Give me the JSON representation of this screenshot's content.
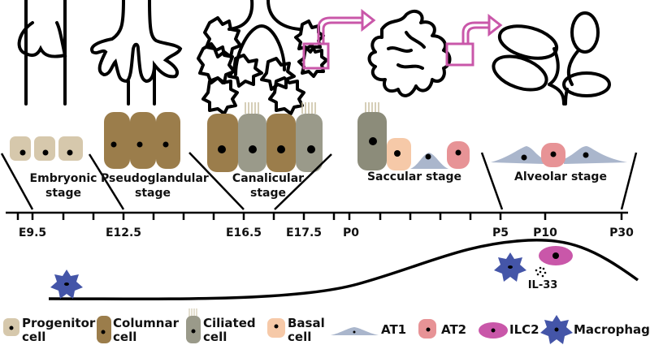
{
  "title": "Lung development stages timeline",
  "stages": [
    {
      "id": "embryonic",
      "line1": "Embryonic",
      "line2": "stage"
    },
    {
      "id": "pseudoglandular",
      "line1": "Pseudoglandular",
      "line2": "stage"
    },
    {
      "id": "canalicular",
      "line1": "Canalicular",
      "line2": "stage"
    },
    {
      "id": "saccular",
      "line1": "Saccular stage",
      "line2": ""
    },
    {
      "id": "alveolar",
      "line1": "Alveolar stage",
      "line2": ""
    }
  ],
  "timeline": {
    "labels": [
      "E9.5",
      "E12.5",
      "E16.5",
      "E17.5",
      "P0",
      "P5",
      "P10",
      "P30"
    ]
  },
  "annotation": {
    "il33": "IL-33"
  },
  "legend": [
    {
      "id": "progenitor",
      "line1": "Progenitor",
      "line2": "cell",
      "color": "#d6c8ac"
    },
    {
      "id": "columnar",
      "line1": "Columnar",
      "line2": "cell",
      "color": "#9b7d4b"
    },
    {
      "id": "ciliated",
      "line1": "Ciliated",
      "line2": "cell",
      "color": "#9a9a8a"
    },
    {
      "id": "basal",
      "line1": "Basal",
      "line2": "cell",
      "color": "#f6c9a8"
    },
    {
      "id": "at1",
      "line1": "AT1",
      "line2": "",
      "color": "#aab6cc"
    },
    {
      "id": "at2",
      "line1": "AT2",
      "line2": "",
      "color": "#e79396"
    },
    {
      "id": "ilc2",
      "line1": "ILC2",
      "line2": "",
      "color": "#c957a9"
    },
    {
      "id": "macrophage",
      "line1": "Macrophage",
      "line2": "",
      "color": "#4455a8"
    }
  ],
  "colors": {
    "accent_arrow": "#c957a9",
    "line": "#000000"
  }
}
